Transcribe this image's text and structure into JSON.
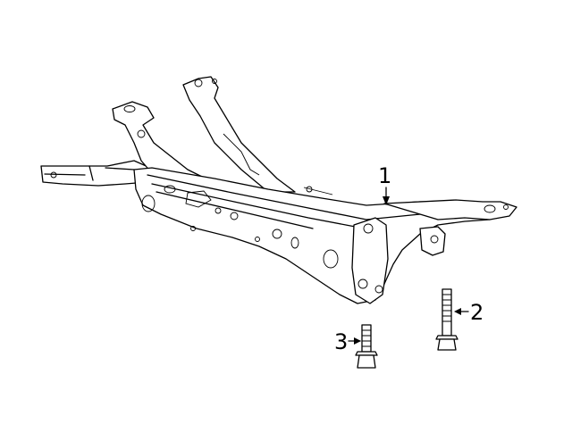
{
  "callouts": [
    {
      "id": "1",
      "label": "1",
      "part": "subframe"
    },
    {
      "id": "2",
      "label": "2",
      "part": "long-flange-bolt"
    },
    {
      "id": "3",
      "label": "3",
      "part": "short-flange-bolt"
    }
  ],
  "colors": {
    "line": "#000000",
    "background": "#ffffff"
  }
}
